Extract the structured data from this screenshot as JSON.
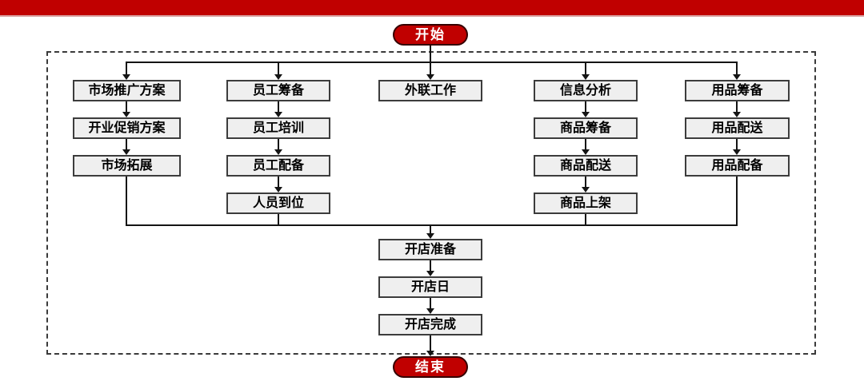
{
  "terminals": {
    "start_label": "开始",
    "end_label": "结束"
  },
  "flowchart": {
    "columns": [
      {
        "name": "marketing",
        "steps": [
          "市场推广方案",
          "开业促销方案",
          "市场拓展"
        ]
      },
      {
        "name": "staff",
        "steps": [
          "员工筹备",
          "员工培训",
          "员工配备",
          "人员到位"
        ]
      },
      {
        "name": "liaison",
        "steps": [
          "外联工作"
        ]
      },
      {
        "name": "merchandise",
        "steps": [
          "信息分析",
          "商品筹备",
          "商品配送",
          "商品上架"
        ]
      },
      {
        "name": "supplies",
        "steps": [
          "用品筹备",
          "用品配送",
          "用品配备"
        ]
      }
    ],
    "final_steps": [
      "开店准备",
      "开店日",
      "开店完成"
    ]
  },
  "colors": {
    "accent_red": "#c00000",
    "terminal_border": "#350000",
    "box_fill": "#efefef",
    "box_border": "#3c3c3c",
    "connector": "#141414"
  }
}
